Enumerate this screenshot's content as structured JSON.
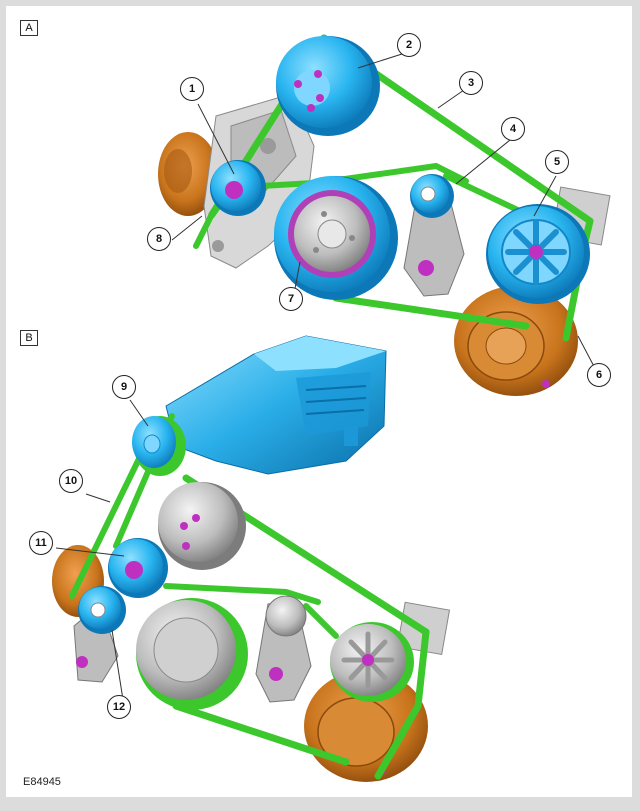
{
  "panels": {
    "a": "A",
    "b": "B"
  },
  "callouts": {
    "c1": "1",
    "c2": "2",
    "c3": "3",
    "c4": "4",
    "c5": "5",
    "c6": "6",
    "c7": "7",
    "c8": "8",
    "c9": "9",
    "c10": "10",
    "c11": "11",
    "c12": "12"
  },
  "figure_id": "E84945",
  "colors": {
    "belt": "#3cc82d",
    "pulley_highlight": "#29b5f0",
    "pulley_grey": "#bdbdbd",
    "housing_orange": "#c8741c",
    "bolt_magenta": "#c030c0",
    "supercharger": "#2aaee8"
  }
}
